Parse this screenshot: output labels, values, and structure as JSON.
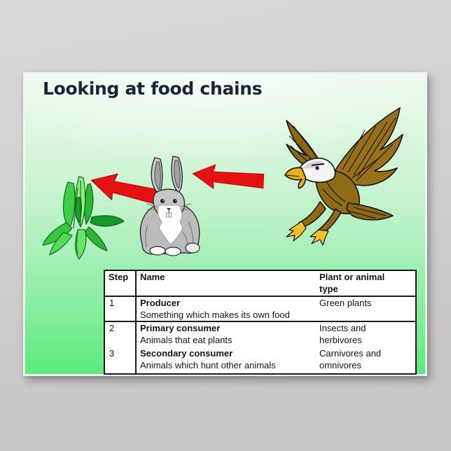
{
  "poster": {
    "title": "Looking at food chains",
    "food_chain_flow": {
      "icons": [
        "eagle-illustration",
        "left-arrow-icon",
        "rabbit-illustration",
        "left-arrow-icon",
        "plant-illustration"
      ],
      "direction": "arrows point from eagle to rabbit to plant"
    },
    "table": {
      "headers": [
        "Step",
        "Name",
        "Plant or animal type"
      ],
      "rows": [
        {
          "step": "1",
          "name": "Producer",
          "description": "Something which makes its own food",
          "type": "Green plants"
        },
        {
          "step": "2",
          "name": "Primary consumer",
          "description": "Animals that eat plants",
          "type": "Insects and herbivores"
        },
        {
          "step": "3",
          "name": "Secondary consumer",
          "description": "Animals which hunt other animals",
          "type": "Carnivores and omnivores"
        }
      ]
    },
    "colors": {
      "poster_green_bottom": "#5cea7e",
      "poster_green_top": "#eefaef",
      "arrow_red": "#e61212",
      "title_ink": "#1e2238",
      "table_border": "#1a1a1a",
      "backdrop_gray": "#cfcdcd"
    }
  }
}
